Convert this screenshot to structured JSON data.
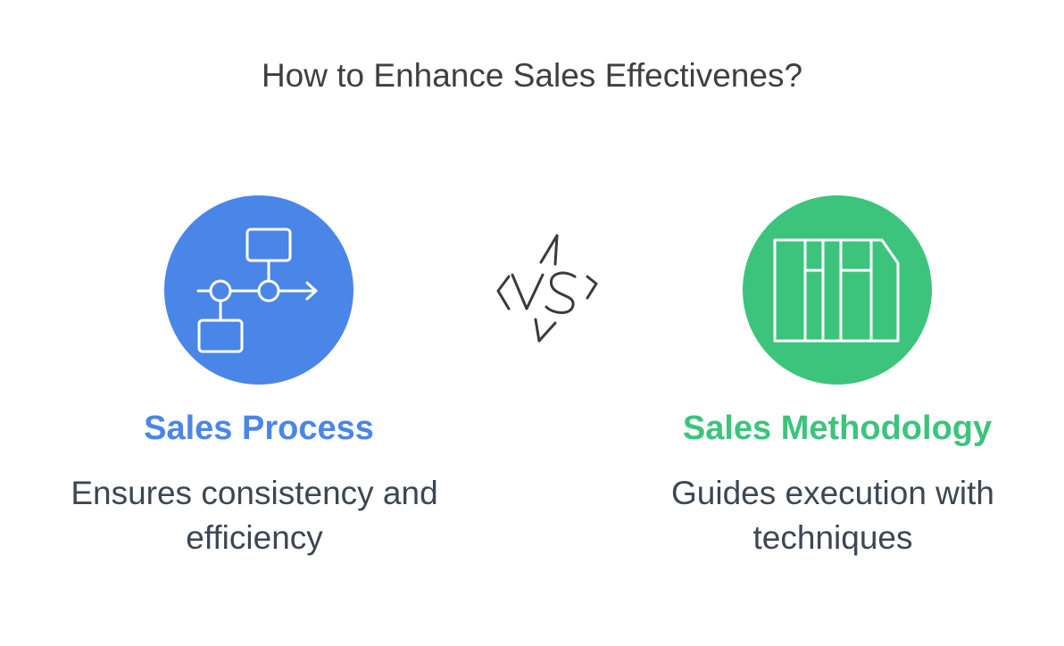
{
  "title": "How to Enhance Sales Effectivenes?",
  "vs_icon": "versus-lightning-icon",
  "left": {
    "icon": "process-flow-icon",
    "color": "#4a86e8",
    "heading": "Sales Process",
    "description": "Ensures consistency and efficiency"
  },
  "right": {
    "icon": "methodology-columns-icon",
    "color": "#3cc47c",
    "heading": "Sales Methodology",
    "description": "Guides execution with techniques"
  }
}
